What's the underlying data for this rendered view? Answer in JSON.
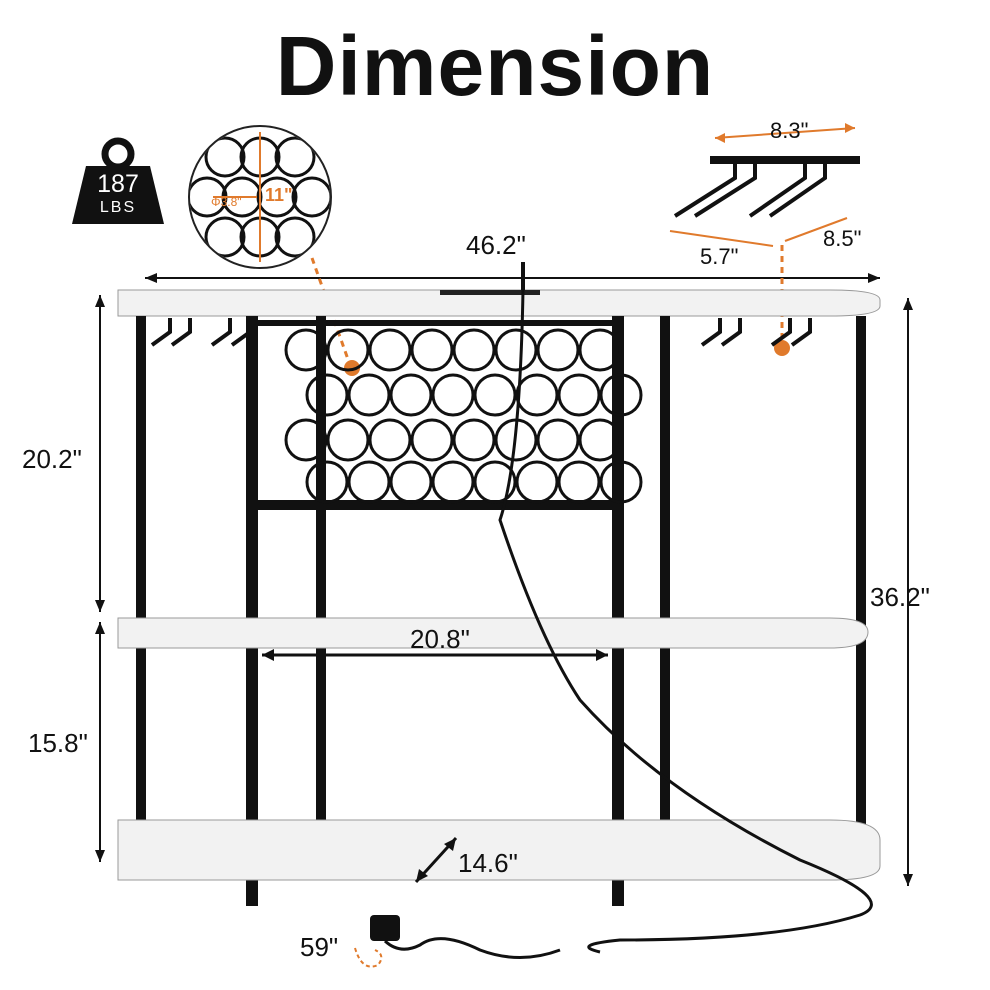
{
  "title": "Dimension",
  "weight": {
    "value": "187",
    "unit": "LBS"
  },
  "dimensions": {
    "top_width": "46.2\"",
    "total_height": "36.2\"",
    "upper_height": "20.2\"",
    "lower_height": "15.8\"",
    "inner_width": "20.8\"",
    "depth": "14.6\"",
    "cord_length": "59\""
  },
  "wine_rack": {
    "bottle_diameter": "Φ3.8\"",
    "rack_height": "11\""
  },
  "glass_holder": {
    "width": "8.3\"",
    "depth": "8.5\"",
    "rail_length": "5.7\""
  },
  "colors": {
    "accent": "#e07a2c",
    "frame": "#111111",
    "shelf": "#f2f2f2"
  }
}
